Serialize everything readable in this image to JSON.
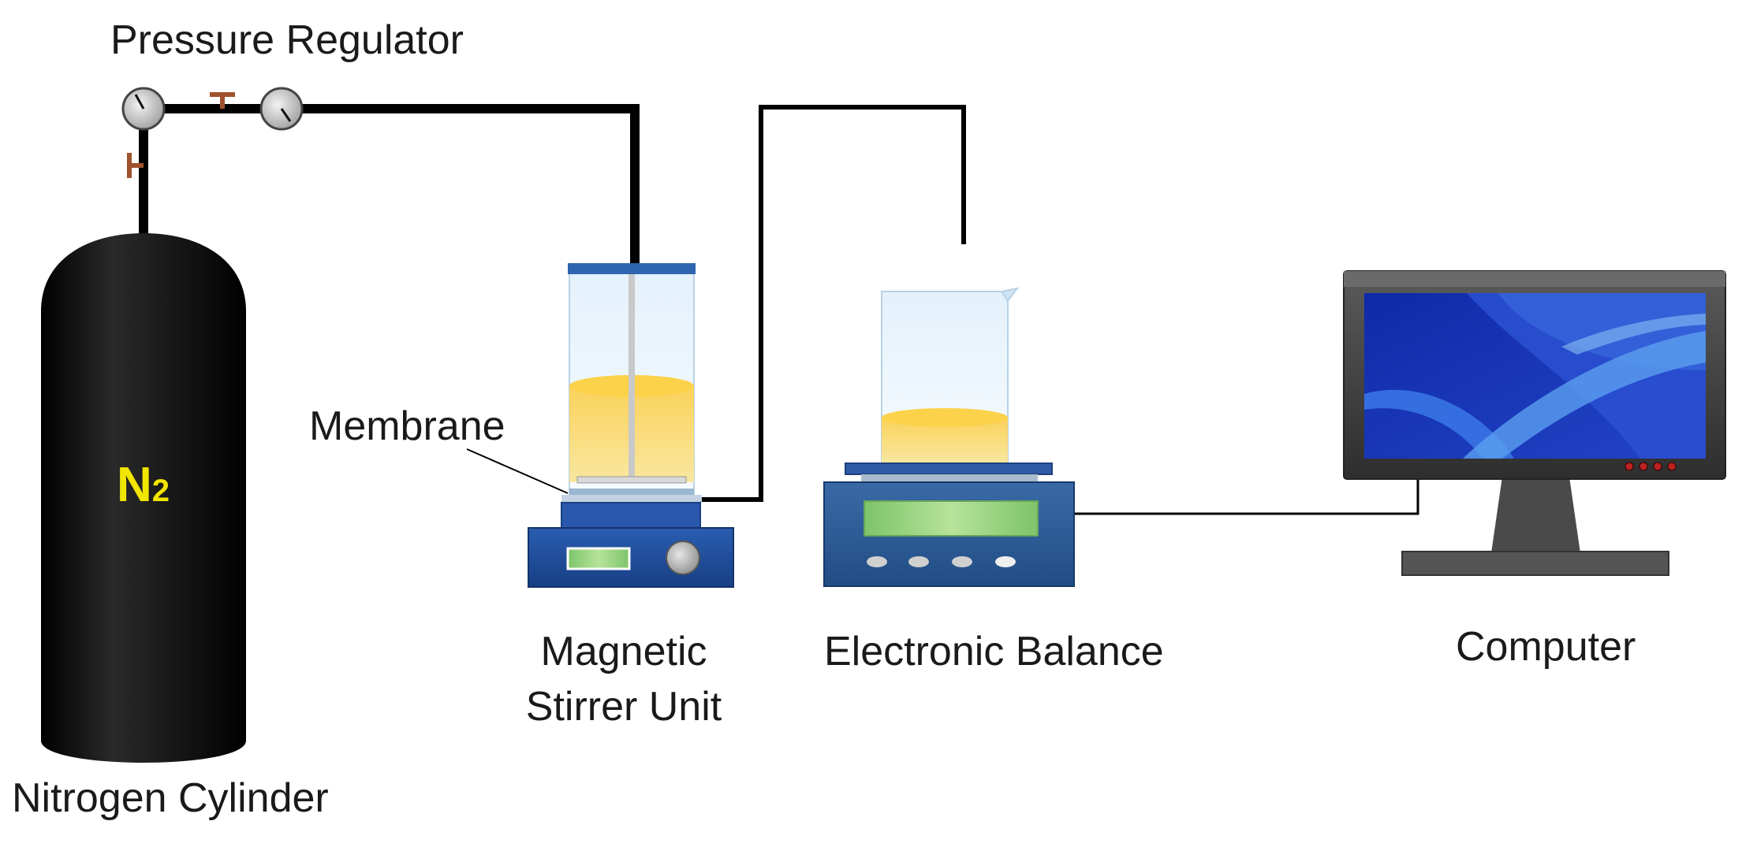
{
  "labels": {
    "pressure_regulator": "Pressure Regulator",
    "membrane": "Membrane",
    "magnetic_stirrer_line1": "Magnetic",
    "magnetic_stirrer_line2": "Stirrer Unit",
    "electronic_balance": "Electronic Balance",
    "computer": "Computer",
    "nitrogen_cylinder": "Nitrogen Cylinder",
    "cylinder_gas": "N",
    "cylinder_gas_subscript": "2"
  },
  "icons": {
    "cylinder": "gas-cylinder-icon",
    "gauge": "pressure-gauge-icon",
    "valve": "valve-icon",
    "stirred_cell": "stirred-cell-icon",
    "stirrer": "magnetic-stirrer-icon",
    "beaker": "beaker-icon",
    "balance": "electronic-balance-icon",
    "monitor": "computer-monitor-icon"
  },
  "colors": {
    "pipe": "#000000",
    "cylinder": "#0d0d0d",
    "gas_label": "#f2e600",
    "valve": "#a0522d",
    "device_blue": "#1f4fa0",
    "liquid_yellow": "#f7c84a",
    "display_green": "#8ed07a",
    "screen_blue": "#1636b8"
  }
}
